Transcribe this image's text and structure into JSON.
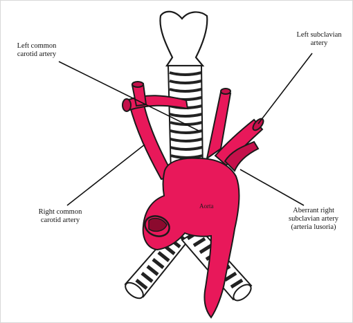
{
  "labels": {
    "left_common_carotid": [
      "Left common",
      "carotid artery"
    ],
    "left_subclavian": [
      "Left subclavian",
      "artery"
    ],
    "right_common_carotid": [
      "Right common",
      "carotid artery"
    ],
    "aberrant_right_subclavian": [
      "Aberrant right",
      "subclavian artery",
      "(arteria lusoria)"
    ],
    "aorta": "Aorta"
  },
  "colors": {
    "artery": "#e8185a",
    "artery_dark": "#c4104a",
    "artery_outline": "#1a1a1a",
    "trachea_fill": "#ffffff",
    "trachea_ring": "#222222",
    "lumen": "#8b0a2e",
    "leader_line": "#111111"
  }
}
